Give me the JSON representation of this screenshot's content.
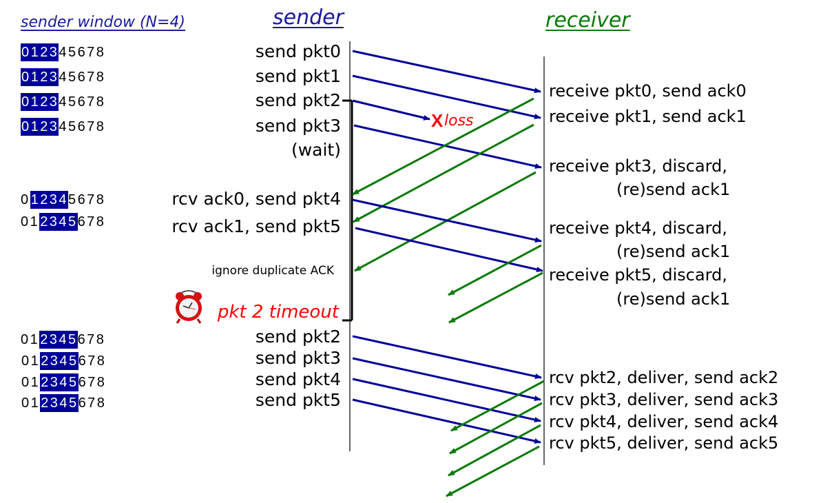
{
  "titles": {
    "sender_window": "sender window (N=4)",
    "sender": "sender",
    "receiver": "receiver"
  },
  "colors": {
    "data_arrow": "#000099",
    "ack_arrow": "#0a7a0a",
    "loss": "#ff0000",
    "window_fill": "#000099"
  },
  "sequence_numbers": [
    "0",
    "1",
    "2",
    "3",
    "4",
    "5",
    "6",
    "7",
    "8"
  ],
  "windows": [
    {
      "start": 0,
      "size": 4
    },
    {
      "start": 0,
      "size": 4
    },
    {
      "start": 0,
      "size": 4
    },
    {
      "start": 0,
      "size": 4
    },
    {
      "start": 1,
      "size": 4
    },
    {
      "start": 2,
      "size": 4
    },
    {
      "start": 2,
      "size": 4
    },
    {
      "start": 2,
      "size": 4
    },
    {
      "start": 2,
      "size": 4
    },
    {
      "start": 2,
      "size": 4
    }
  ],
  "sender_events": [
    "send  pkt0",
    "send  pkt1",
    "send  pkt2",
    "send  pkt3",
    "(wait)",
    "rcv ack0, send pkt4",
    "rcv ack1, send pkt5",
    "ignore duplicate ACK",
    "pkt 2 timeout",
    "send  pkt2",
    "send  pkt3",
    "send  pkt4",
    "send  pkt5"
  ],
  "loss": {
    "marker": "X",
    "label": "loss"
  },
  "receiver_events": [
    {
      "line1": "receive pkt0, send ack0"
    },
    {
      "line1": "receive pkt1, send ack1"
    },
    {
      "line1": "receive pkt3, discard,",
      "line2": "(re)send ack1"
    },
    {
      "line1": "receive pkt4, discard,",
      "line2": "(re)send ack1"
    },
    {
      "line1": "receive pkt5, discard,",
      "line2": "(re)send ack1"
    },
    {
      "line1": "rcv pkt2, deliver, send ack2"
    },
    {
      "line1": "rcv pkt3, deliver, send ack3"
    },
    {
      "line1": "rcv pkt4, deliver, send ack4"
    },
    {
      "line1": "rcv pkt5, deliver, send ack5"
    }
  ],
  "messages": [
    {
      "type": "data",
      "label": "pkt0"
    },
    {
      "type": "data",
      "label": "pkt1"
    },
    {
      "type": "data",
      "label": "pkt2",
      "lost": true
    },
    {
      "type": "data",
      "label": "pkt3"
    },
    {
      "type": "ack",
      "label": "ack0"
    },
    {
      "type": "ack",
      "label": "ack1"
    },
    {
      "type": "ack",
      "label": "ack1 (dup)"
    },
    {
      "type": "data",
      "label": "pkt4"
    },
    {
      "type": "data",
      "label": "pkt5"
    },
    {
      "type": "ack",
      "label": "ack1 (dup)"
    },
    {
      "type": "ack",
      "label": "ack1 (dup)"
    },
    {
      "type": "data",
      "label": "pkt2 (retx)"
    },
    {
      "type": "data",
      "label": "pkt3 (retx)"
    },
    {
      "type": "data",
      "label": "pkt4 (retx)"
    },
    {
      "type": "data",
      "label": "pkt5 (retx)"
    },
    {
      "type": "ack",
      "label": "ack2"
    },
    {
      "type": "ack",
      "label": "ack3"
    },
    {
      "type": "ack",
      "label": "ack4"
    },
    {
      "type": "ack",
      "label": "ack5"
    }
  ]
}
